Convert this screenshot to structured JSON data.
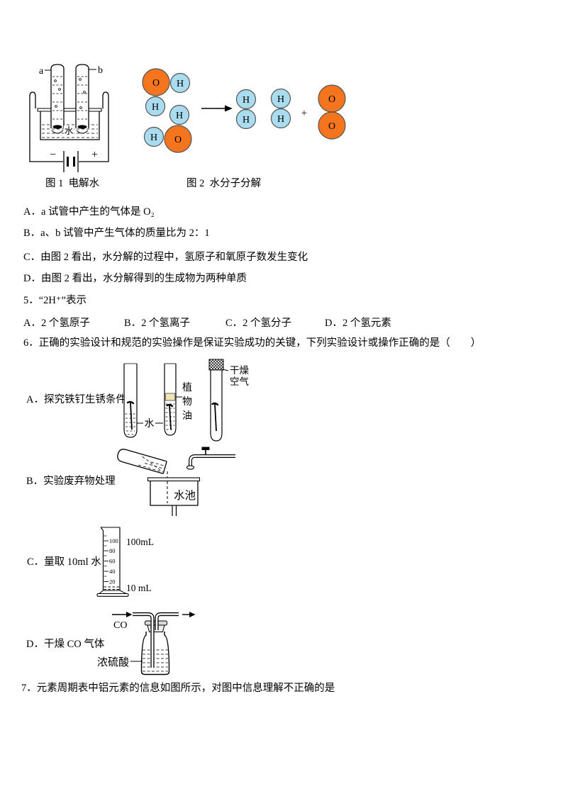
{
  "figures": {
    "fig1": {
      "caption": "图 1  电解水",
      "label_a": "a",
      "label_b": "b",
      "water": "水",
      "minus": "−",
      "plus": "+"
    },
    "fig2": {
      "caption": "图 2  水分子分解",
      "o": "O",
      "h": "H",
      "plus": "+"
    }
  },
  "q4_options": [
    "A．a 试管中产生的气体是 O₂",
    "B．a、b 试管中产生气体的质量比为 2：1",
    "C．由图 2 看出，水分解的过程中，氢原子和氧原子数发生变化",
    "D．由图 2 看出，水分解得到的生成物为两种单质"
  ],
  "q5": {
    "stem": "5．“2H⁺”表示",
    "options": [
      "A．2 个氢原子",
      "B．2 个氢离子",
      "C．2 个氢分子",
      "D．2 个氢元素"
    ]
  },
  "q6": {
    "stem": "6．正确的实验设计和规范的实验操作是保证实验成功的关键，下列实验设计或操作正确的是（　　）",
    "a": {
      "label": "A．探究铁钉生锈条件",
      "water": "水",
      "oil1": "植",
      "oil2": "物",
      "oil3": "油",
      "dry": "干燥",
      "air": "空气"
    },
    "b": {
      "label": "B．实验废弃物处理",
      "sink": "水池"
    },
    "c": {
      "label": "C．量取 10ml 水",
      "scale": [
        "100",
        "80",
        "60",
        "40",
        "20"
      ],
      "cap_top": "100mL",
      "cap_bottom": "10 mL"
    },
    "d": {
      "label": "D．干燥 CO 气体",
      "gas": "CO",
      "acid": "浓硫酸"
    }
  },
  "q7": {
    "stem": "7．元素周期表中铝元素的信息如图所示，对图中信息理解不正确的是"
  },
  "colors": {
    "atom_orange": "#F5741E",
    "atom_blue": "#A9DCEE",
    "oil_layer": "#F0E4B2"
  }
}
